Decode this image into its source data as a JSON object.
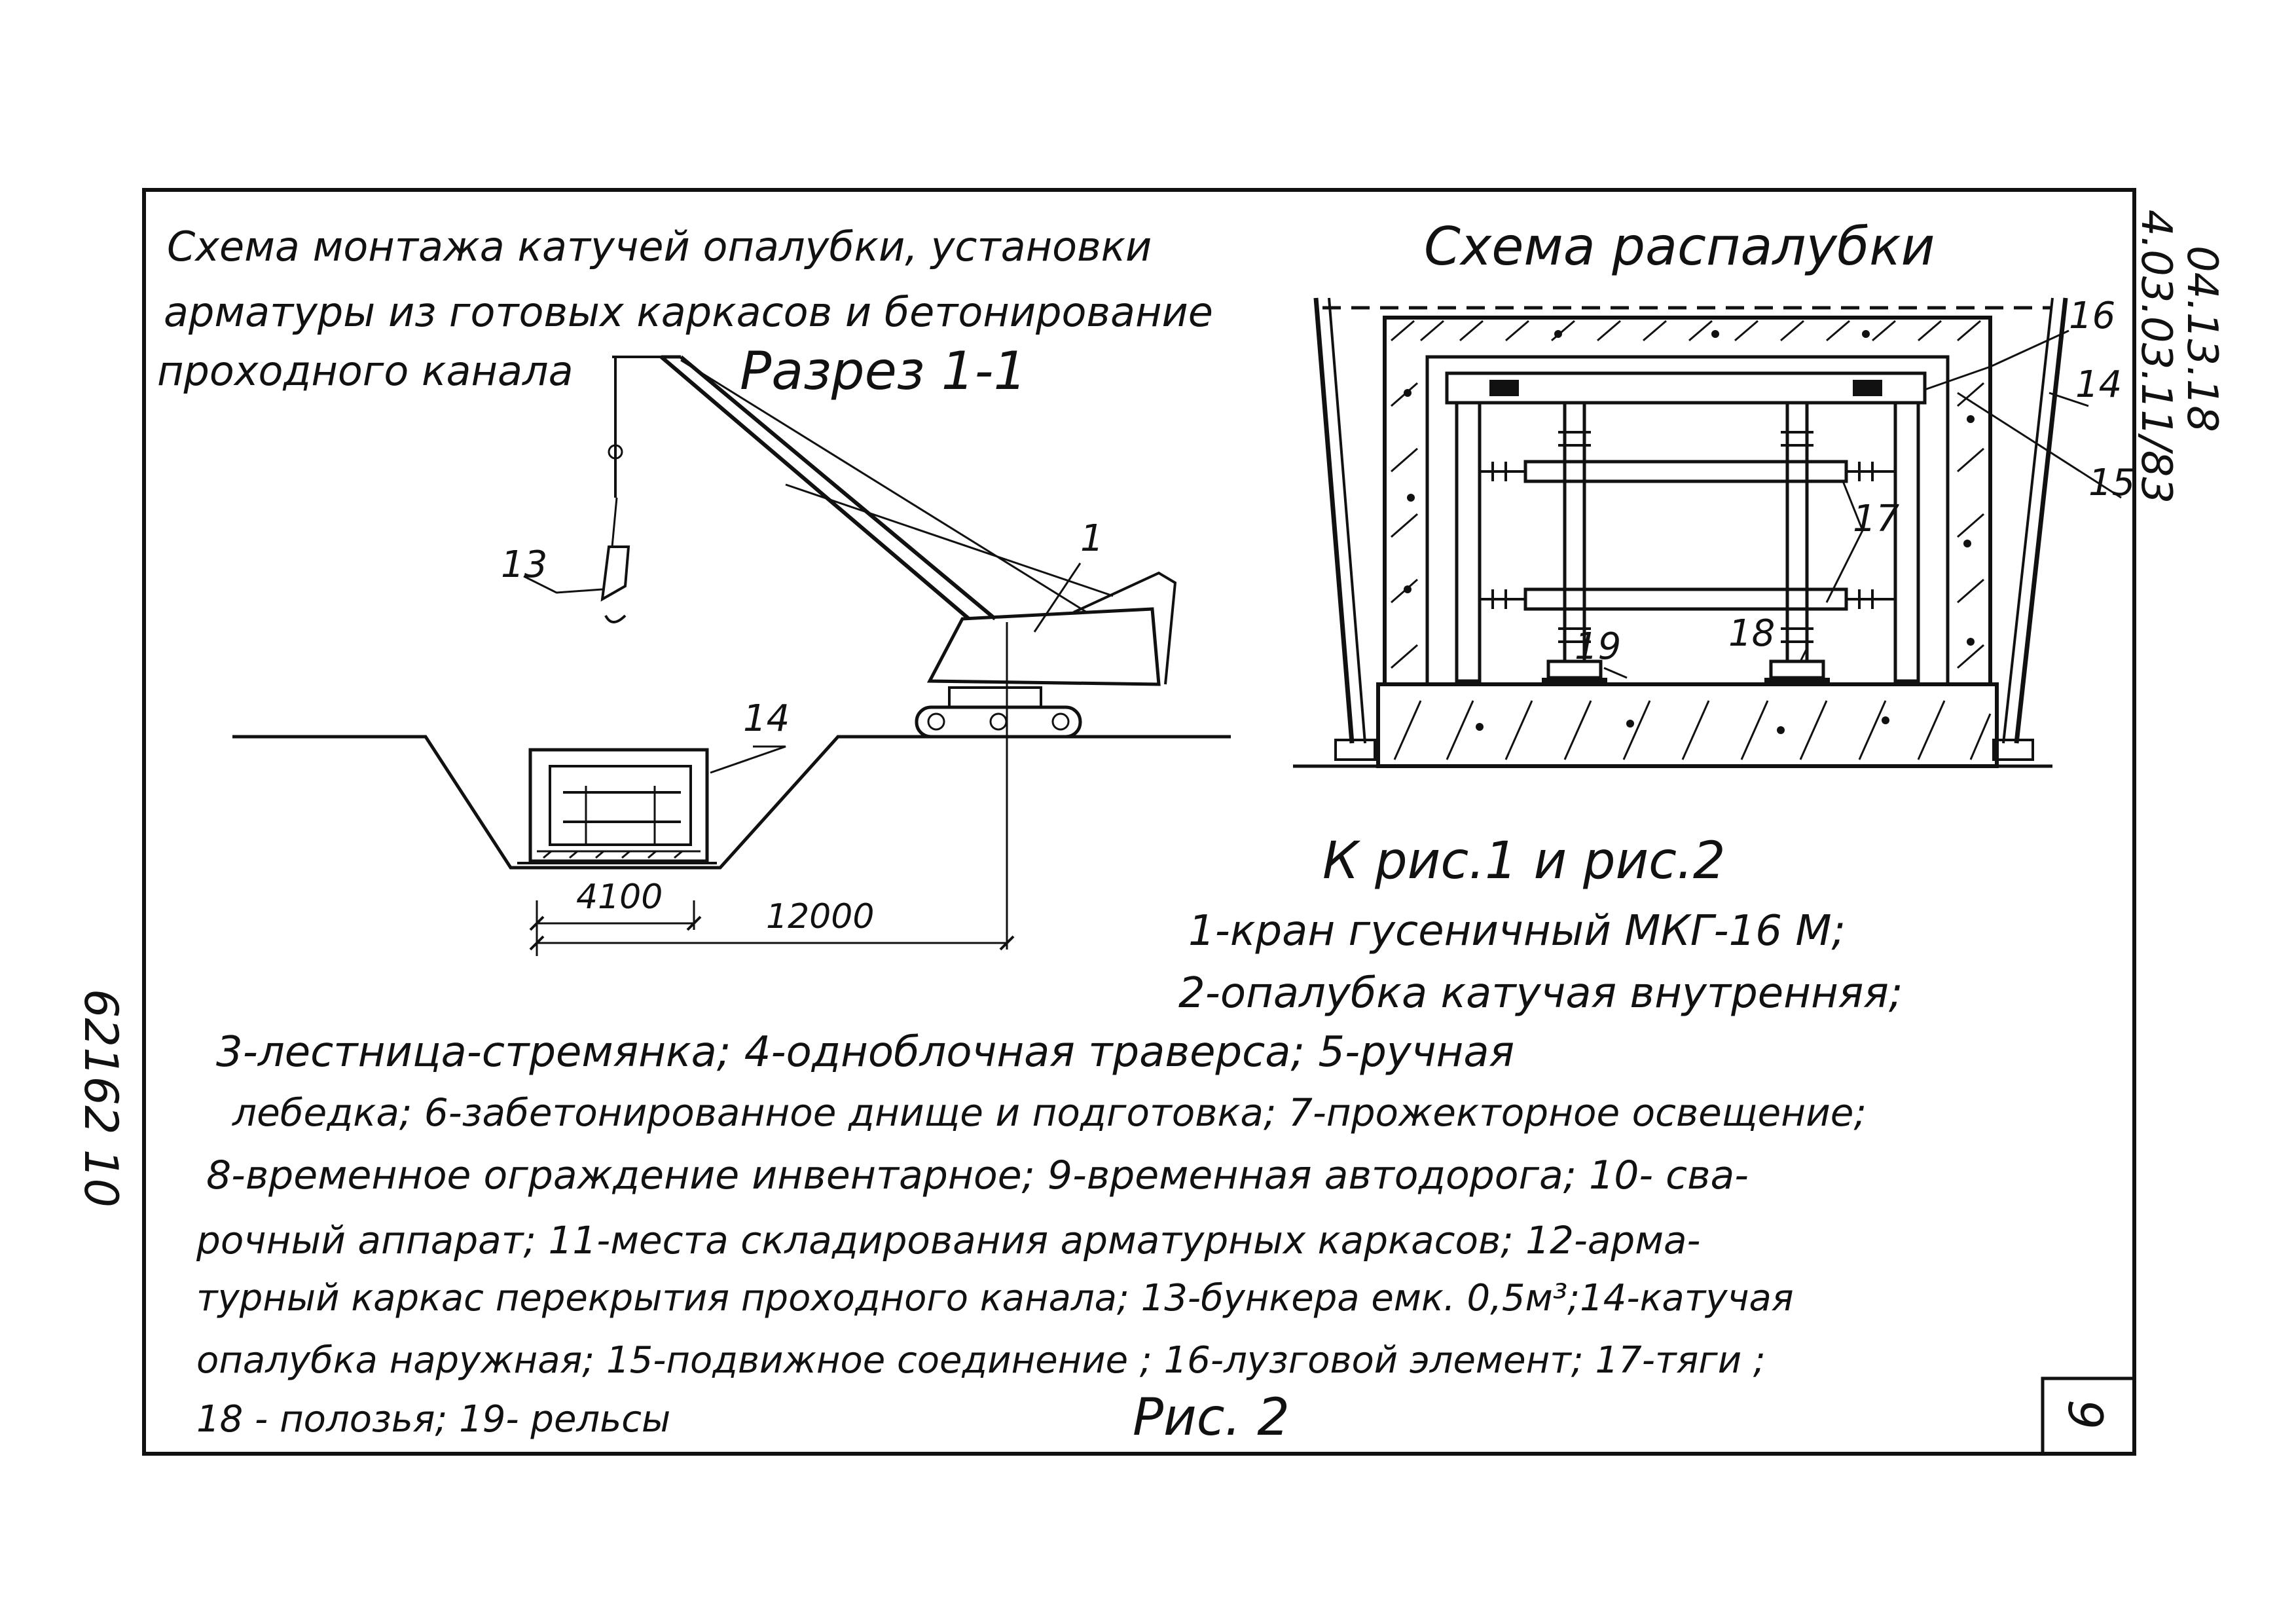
{
  "side_code": "62162 10",
  "doc_code_line1": "04.13.18",
  "doc_code_line2": "4.03.03.11/83",
  "sheet_number": "9",
  "left_title": [
    "Схема монтажа катучей опалубки, установки",
    "арматуры из готовых каркасов и бетонирование",
    "проходного канала"
  ],
  "section_label": "Разрез 1-1",
  "right_title": "Схема распалубки",
  "left_labels": {
    "crane": "1",
    "bunker": "13",
    "formwork": "14"
  },
  "dimensions": {
    "inner": "4100",
    "outer": "12000"
  },
  "right_labels": {
    "l16": "16",
    "l14": "14",
    "l15": "15",
    "l17": "17",
    "l18": "18",
    "l19": "19"
  },
  "legend_header": "К рис.1 и рис.2",
  "legend_lines": [
    "1-кран гусеничный  МКГ-16 М;",
    "2-опалубка катучая  внутренняя;",
    "3-лестница-стремянка;    4-одноблочная  траверса;  5-ручная",
    "лебедка; 6-забетонированное днище и подготовка; 7-прожекторное освещение;",
    "8-временное ограждение инвентарное; 9-временная автодорога; 10- сва-",
    "рочный аппарат; 11-места складирования арматурных  каркасов; 12-арма-",
    "турный каркас перекрытия проходного канала; 13-бункера  емк. 0,5м³;14-катучая",
    "опалубка наружная; 15-подвижное соединение ; 16-лузговой элемент; 17-тяги ;",
    "18 - полозья; 19- рельсы"
  ],
  "figure_caption": "Рис. 2"
}
